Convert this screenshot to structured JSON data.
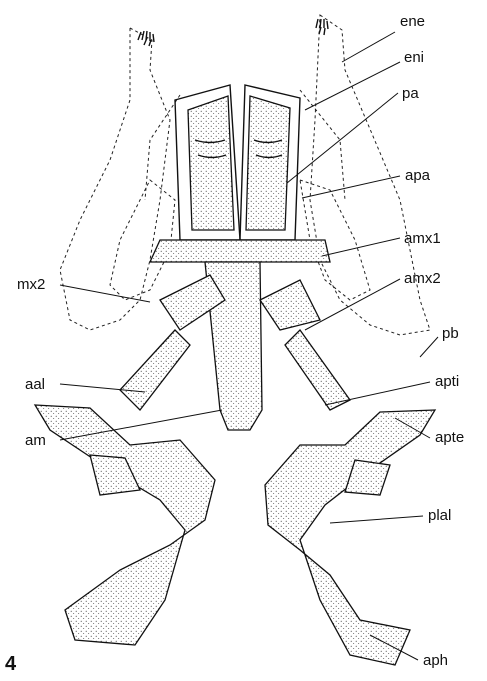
{
  "figure": {
    "number": "4",
    "labels": {
      "ene": "ene",
      "eni": "eni",
      "pa": "pa",
      "apa": "apa",
      "amx1": "amx1",
      "mx2": "mx2",
      "amx2": "amx2",
      "pb": "pb",
      "aal": "aal",
      "apti": "apti",
      "am": "am",
      "apte": "apte",
      "plal": "plal",
      "aph": "aph"
    }
  }
}
